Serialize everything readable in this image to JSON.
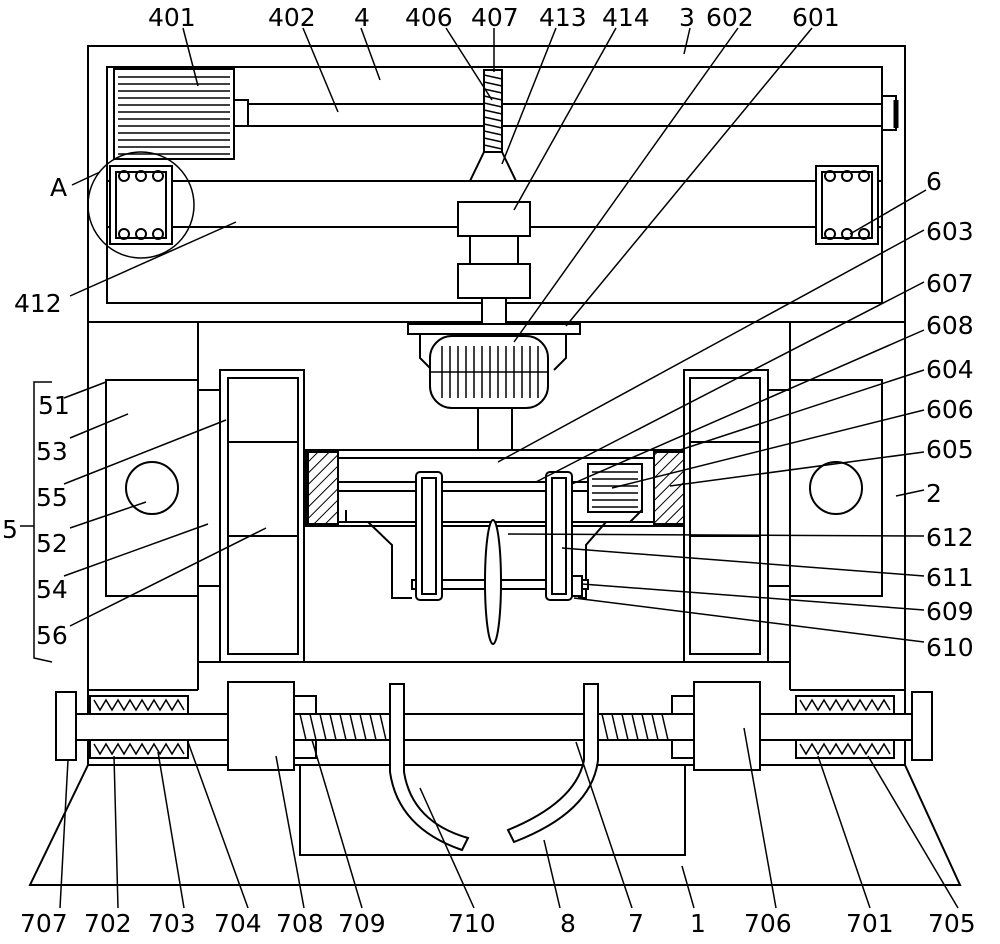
{
  "labels": {
    "l401": "401",
    "l402": "402",
    "l4": "4",
    "l406": "406",
    "l407": "407",
    "l413": "413",
    "l414": "414",
    "l3": "3",
    "l602": "602",
    "l601": "601",
    "lA": "A",
    "l6": "6",
    "l412": "412",
    "l603": "603",
    "l607": "607",
    "l608": "608",
    "l604": "604",
    "l606": "606",
    "l605": "605",
    "l2": "2",
    "l612": "612",
    "l611": "611",
    "l609": "609",
    "l610": "610",
    "l51": "51",
    "l53": "53",
    "l55": "55",
    "l5": "5",
    "l52": "52",
    "l54": "54",
    "l56": "56",
    "l707": "707",
    "l702": "702",
    "l703": "703",
    "l704": "704",
    "l708": "708",
    "l709": "709",
    "l710": "710",
    "l8": "8",
    "l7": "7",
    "l1": "1",
    "l706": "706",
    "l701": "701",
    "l705": "705"
  }
}
